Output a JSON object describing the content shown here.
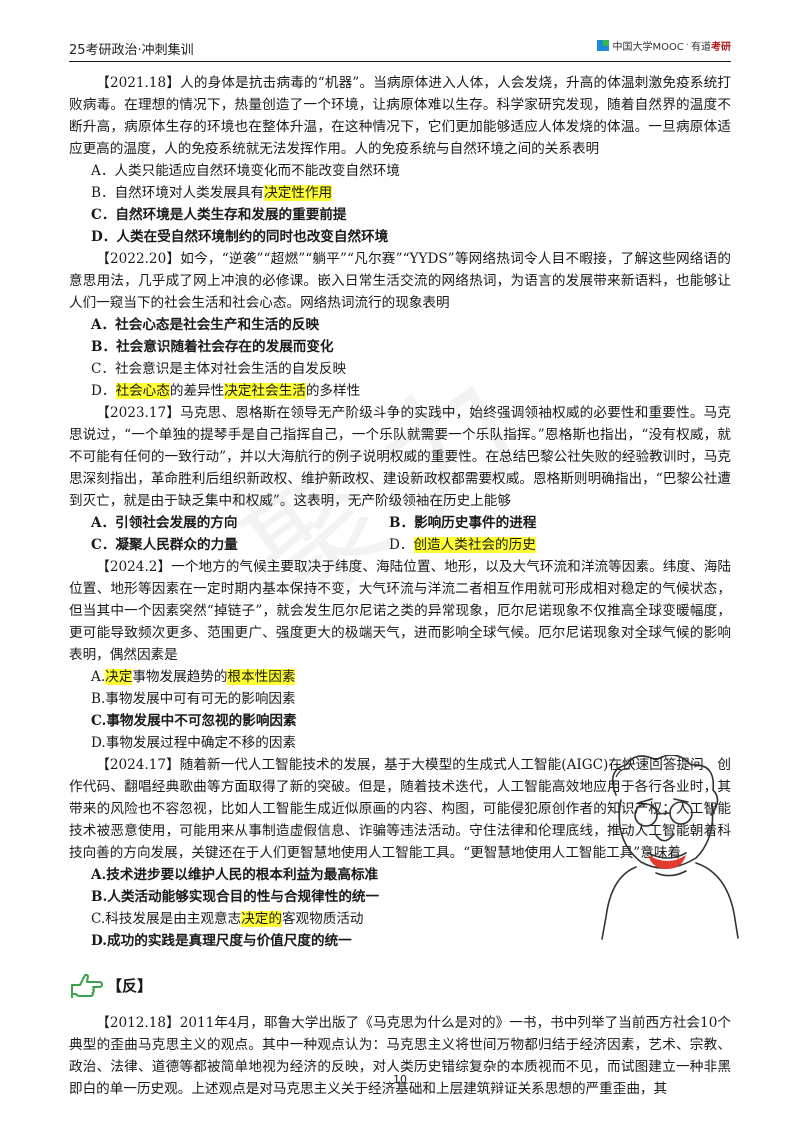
{
  "header": {
    "title": "25考研政治·冲刺集训",
    "logo_icourse": "中国大学MOOC",
    "logo_sep": "·",
    "logo_youdao": "有道",
    "logo_kaoyan": "考研"
  },
  "watermark": "聚力",
  "q1": {
    "stem": "【2021.18】人的身体是抗击病毒的“机器”。当病原体进入人体，人会发烧，升高的体温刺激免疫系统打败病毒。在理想的情况下，热量创造了一个环境，让病原体难以生存。科学家研究发现，随着自然界的温度不断升高，病原体生存的环境也在整体升温，在这种情况下，它们更加能够适应人体发烧的体温。一旦病原体适应更高的温度，人的免疫系统就无法发挥作用。人的免疫系统与自然环境之间的关系表明",
    "a": "A．人类只能适应自然环境变化而不能改变自然环境",
    "b_pre": "B．自然环境对人类发展具有",
    "b_hl": "决定性作用",
    "c": "C．自然环境是人类生存和发展的重要前提",
    "d": "D．人类在受自然环境制约的同时也改变自然环境"
  },
  "q2": {
    "stem": "【2022.20】如今，“逆袭”“超燃”“躺平”“凡尔赛”“YYDS”等网络热词令人目不暇接，了解这些网络语的意思用法，几乎成了网上冲浪的必修课。嵌入日常生活交流的网络热词，为语言的发展带来新语料，也能够让人们一窥当下的社会生活和社会心态。网络热词流行的现象表明",
    "a": "A．社会心态是社会生产和生活的反映",
    "b": "B．社会意识随着社会存在的发展而变化",
    "c": "C．社会意识是主体对社会生活的自发反映",
    "d_pre": "D．",
    "d_hl1": "社会心态",
    "d_mid": "的差异性",
    "d_hl2": "决定社会生活",
    "d_post": "的多样性"
  },
  "q3": {
    "stem": "【2023.17】马克思、恩格斯在领导无产阶级斗争的实践中，始终强调领袖权威的必要性和重要性。马克思说过，“一个单独的提琴手是自己指挥自己，一个乐队就需要一个乐队指挥。”恩格斯也指出，“没有权威，就不可能有任何的一致行动”，并以大海航行的例子说明权威的重要性。在总结巴黎公社失败的经验教训时，马克思深刻指出，革命胜利后组织新政权、维护新政权、建设新政权都需要权威。恩格斯则明确指出，“巴黎公社遭到灭亡，就是由于缺乏集中和权威”。这表明，无产阶级领袖在历史上能够",
    "a": "A．引领社会发展的方向",
    "b": "B．影响历史事件的进程",
    "c": "C．凝聚人民群众的力量",
    "d_pre": "D．",
    "d_hl": "创造人类社会的历史"
  },
  "q4": {
    "stem": "【2024.2】一个地方的气候主要取决于纬度、海陆位置、地形，以及大气环流和洋流等因素。纬度、海陆位置、地形等因素在一定时期内基本保持不变，大气环流与洋流二者相互作用就可形成相对稳定的气候状态，但当其中一个因素突然“掉链子”，就会发生厄尔尼诺之类的异常现象，厄尔尼诺现象不仅推高全球变暖幅度，更可能导致频次更多、范围更广、强度更大的极端天气，进而影响全球气候。厄尔尼诺现象对全球气候的影响表明，偶然因素是",
    "a_pre": "A.",
    "a_hl1": "决定",
    "a_mid": "事物发展趋势的",
    "a_hl2": "根本性因素",
    "b": "B.事物发展中可有可无的影响因素",
    "c": "C.事物发展中不可忽视的影响因素",
    "d": "D.事物发展过程中确定不移的因素"
  },
  "q5": {
    "stem": "【2024.17】随着新一代人工智能技术的发展，基于大模型的生成式人工智能(AIGC)在快速回答提问、创作代码、翻唱经典歌曲等方面取得了新的突破。但是，随着技术迭代，人工智能高效地应用于各行各业时，其带来的风险也不容忽视，比如人工智能生成近似原画的内容、构图，可能侵犯原创作者的知识产权；人工智能技术被恶意使用，可能用来从事制造虚假信息、诈骗等违法活动。守住法律和伦理底线，推动人工智能朝着科技向善的方向发展，关键还在于人们更智慧地使用人工智能工具。“更智慧地使用人工智能工具”意味着",
    "a": "A.技术进步要以维护人民的根本利益为最高标准",
    "b": "B.人类活动能够实现合目的性与合规律性的统一",
    "c_pre": "C.科技发展是由主观意志",
    "c_hl": "决定的",
    "c_post": "客观物质活动",
    "d": "D.成功的实践是真理尺度与价值尺度的统一"
  },
  "section_label": "【反】",
  "q6": {
    "stem": "【2012.18】2011年4月，耶鲁大学出版了《马克思为什么是对的》一书，书中列举了当前西方社会10个典型的歪曲马克思主义的观点。其中一种观点认为：马克思主义将世间万物都归结于经济因素，艺术、宗教、政治、法律、道德等都被简单地视为经济的反映，对人类历史错综复杂的本质视而不见，而试图建立一种非黑即白的单一历史观。上述观点是对马克思主义关于经济基础和上层建筑辩证关系思想的严重歪曲，其"
  },
  "page_number": "10",
  "colors": {
    "highlight": "#ffff33",
    "brand_red": "#b0171a"
  }
}
